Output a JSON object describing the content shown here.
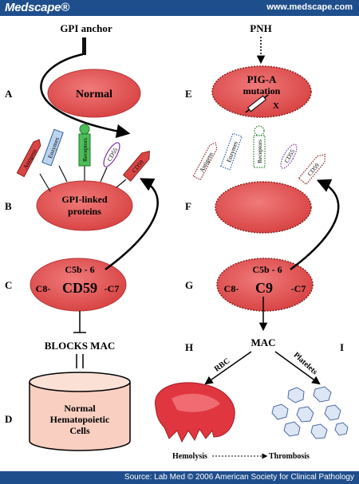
{
  "header": {
    "brand": "Medscape®",
    "url": "www.medscape.com"
  },
  "footer": {
    "source": "Source: Lab Med © 2006 American Society for Clinical Pathology"
  },
  "colors": {
    "bar": "#1f4e8c",
    "cell": "#e25858",
    "cell_edge": "#b83838",
    "cylinder": "#f8cfc0"
  },
  "left": {
    "gpi_anchor": "GPI anchor",
    "normal": "Normal",
    "gpi_linked": [
      "GPI-linked",
      "proteins"
    ],
    "c5b6": "C5b - 6",
    "c8": "C8-",
    "cd59": "CD59",
    "c7": "-C7",
    "blocks_mac": "BLOCKS MAC",
    "hemato": [
      "Normal",
      "Hematopoietic",
      "Cells"
    ]
  },
  "right": {
    "pnh": "PNH",
    "pig_a": [
      "PIG-A",
      "mutation"
    ],
    "x_mark": "X",
    "c5b6": "C5b - 6",
    "c8": "C8-",
    "c9": "C9",
    "c7": "-C7",
    "mac": "MAC",
    "rbc": "RBC",
    "platelets": "Platelets",
    "hemolysis": "Hemolysis",
    "thrombosis": "Thrombosis"
  },
  "proteins": {
    "antigens": "Antigens",
    "enzymes": "Enzymes",
    "receptors": "Receptors",
    "cd55": "CD55",
    "cd59": "CD59"
  },
  "panel_letters": {
    "A": "A",
    "B": "B",
    "C": "C",
    "D": "D",
    "E": "E",
    "F": "F",
    "G": "G",
    "H": "H",
    "I": "I"
  }
}
